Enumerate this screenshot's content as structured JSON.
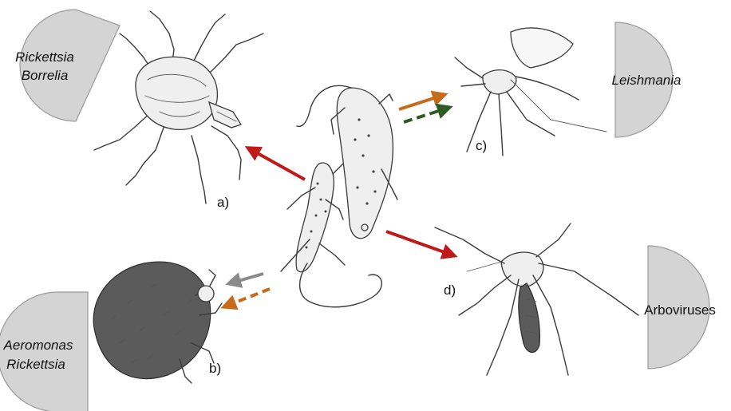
{
  "pathogen_groups": {
    "tick": {
      "line1": "Rickettsia",
      "line2": "Borrelia"
    },
    "mite": {
      "line1": "Aeromonas",
      "line2": "Rickettsia"
    },
    "sandfly": {
      "line1": "Leishmania"
    },
    "mosquito": {
      "line1": "Arboviruses"
    }
  },
  "panel_tags": {
    "tick": "a)",
    "mite": "b)",
    "sandfly": "c)",
    "mosquito": "d)"
  },
  "arrow_colors": {
    "red": "#c0191a",
    "orange": "#c86a1c",
    "dark_green": "#2f5b24",
    "gray": "#8a8a8a"
  },
  "half_disc_color": "#d4d4d4",
  "illustrations": [
    "tick-icon",
    "mite-icon",
    "gecko-icon",
    "lizard-icon",
    "sandfly-icon",
    "mosquito-icon"
  ]
}
